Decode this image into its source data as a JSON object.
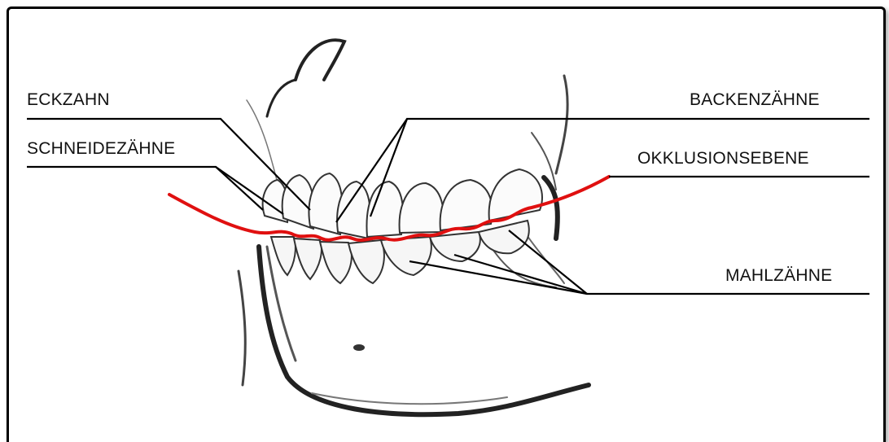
{
  "labels": {
    "eckzahn": "ECKZAHN",
    "schneidezaehne": "SCHNEIDEZÄHNE",
    "backenzaehne": "BACKENZÄHNE",
    "okklusionsebene": "OKKLUSIONSEBENE",
    "mahlzaehne": "MAHLZÄHNE"
  },
  "colors": {
    "occlusal_line": "#e01010",
    "leader_lines": "#000000",
    "sketch": "#3a3a3a"
  }
}
